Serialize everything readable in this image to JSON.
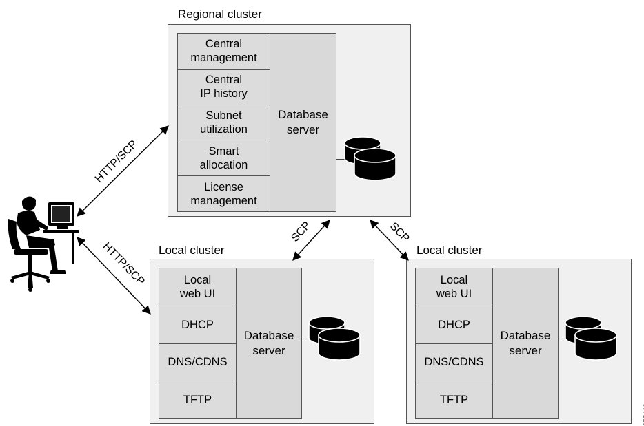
{
  "regional": {
    "title": "Regional cluster",
    "modules": [
      "Central\nmanagement",
      "Central\nIP history",
      "Subnet\nutilization",
      "Smart\nallocation",
      "License\nmanagement"
    ],
    "db_server": "Database\nserver"
  },
  "local_left": {
    "title": "Local cluster",
    "modules": [
      "Local\nweb UI",
      "DHCP",
      "DNS/CDNS",
      "TFTP"
    ],
    "db_server": "Database\nserver"
  },
  "local_right": {
    "title": "Local cluster",
    "modules": [
      "Local\nweb UI",
      "DHCP",
      "DNS/CDNS",
      "TFTP"
    ],
    "db_server": "Database\nserver"
  },
  "connections": {
    "user_to_regional": "HTTP/SCP",
    "user_to_local": "HTTP/SCP",
    "regional_to_local_left": "SCP",
    "regional_to_local_right": "SCP"
  },
  "figure_id": "355468",
  "colors": {
    "cluster_bg": "#f0f0f0",
    "module_bg": "#dcdcdc",
    "border": "#555555",
    "db_icon": "#000000"
  }
}
